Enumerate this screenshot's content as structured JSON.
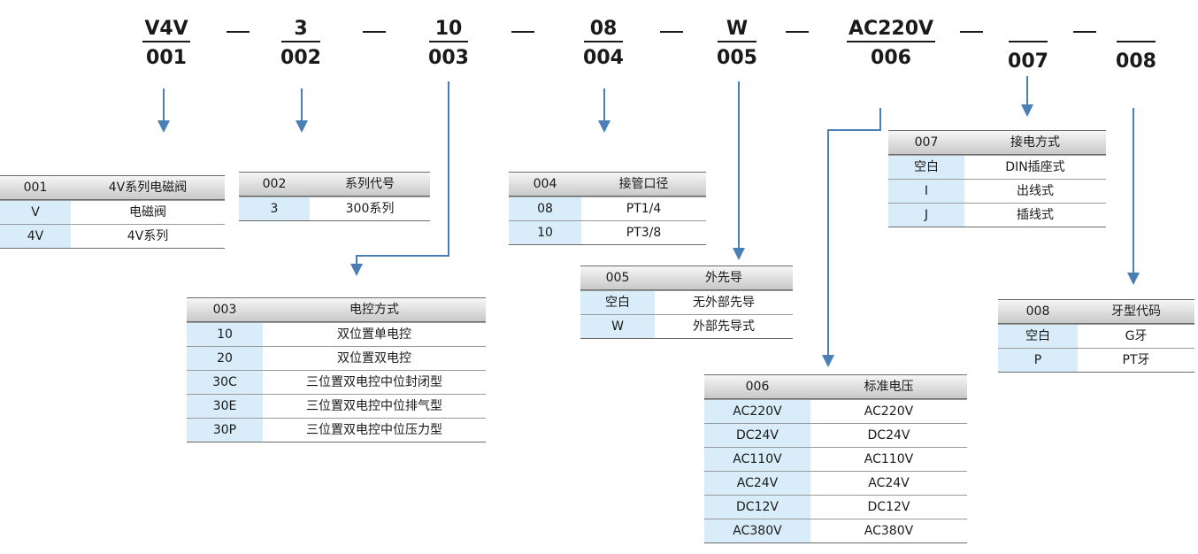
{
  "model_code": {
    "segments": [
      {
        "top": "V4V",
        "num": "001"
      },
      {
        "top": "3",
        "num": "002"
      },
      {
        "top": "10",
        "num": "003"
      },
      {
        "top": "08",
        "num": "004"
      },
      {
        "top": "W",
        "num": "005"
      },
      {
        "top": "AC220V",
        "num": "006"
      },
      {
        "top": "",
        "num": "007"
      },
      {
        "top": "",
        "num": "008"
      }
    ]
  },
  "tables": [
    {
      "code": "001",
      "title": "4V系列电磁阀",
      "rows": [
        [
          "V",
          "电磁阀"
        ],
        [
          "4V",
          "4V系列"
        ]
      ]
    },
    {
      "code": "002",
      "title": "系列代号",
      "rows": [
        [
          "3",
          "300系列"
        ]
      ]
    },
    {
      "code": "003",
      "title": "电控方式",
      "rows": [
        [
          "10",
          "双位置单电控"
        ],
        [
          "20",
          "双位置双电控"
        ],
        [
          "30C",
          "三位置双电控中位封闭型"
        ],
        [
          "30E",
          "三位置双电控中位排气型"
        ],
        [
          "30P",
          "三位置双电控中位压力型"
        ]
      ]
    },
    {
      "code": "004",
      "title": "接管口径",
      "rows": [
        [
          "08",
          "PT1/4"
        ],
        [
          "10",
          "PT3/8"
        ]
      ]
    },
    {
      "code": "005",
      "title": "外先导",
      "rows": [
        [
          "空白",
          "无外部先导"
        ],
        [
          "W",
          "外部先导式"
        ]
      ]
    },
    {
      "code": "006",
      "title": "标准电压",
      "rows": [
        [
          "AC220V",
          "AC220V"
        ],
        [
          "DC24V",
          "DC24V"
        ],
        [
          "AC110V",
          "AC110V"
        ],
        [
          "AC24V",
          "AC24V"
        ],
        [
          "DC12V",
          "DC12V"
        ],
        [
          "AC380V",
          "AC380V"
        ]
      ]
    },
    {
      "code": "007",
      "title": "接电方式",
      "rows": [
        [
          "空白",
          "DIN插座式"
        ],
        [
          "I",
          "出线式"
        ],
        [
          "J",
          "插线式"
        ]
      ]
    },
    {
      "code": "008",
      "title": "牙型代码",
      "rows": [
        [
          "空白",
          "G牙"
        ],
        [
          "P",
          "PT牙"
        ]
      ]
    }
  ],
  "colors": {
    "connector": "#4a7fb5",
    "first_column_fill": "#d8ecf9",
    "header_fill": "#d9d9d9"
  }
}
